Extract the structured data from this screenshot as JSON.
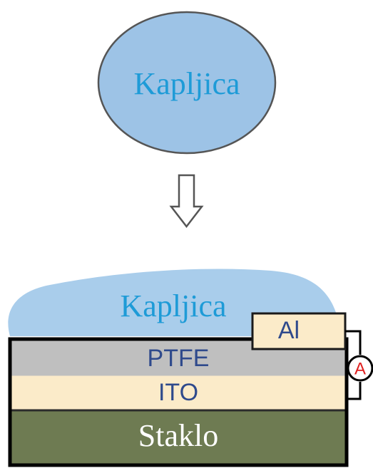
{
  "top_droplet": {
    "label": "Kapljica",
    "fill": "#9DC3E6",
    "stroke": "#555555",
    "text_color": "#1E9BD7"
  },
  "arrow": {
    "icon": "down-arrow-outline-icon",
    "stroke": "#555555"
  },
  "device": {
    "droplet": {
      "label": "Kapljica",
      "fill": "#A9CDEB",
      "text_color": "#1E9BD7"
    },
    "electrode": {
      "label": "Al",
      "fill": "#FBEBC9",
      "text_color": "#2F4A8C"
    },
    "layers": [
      {
        "name": "ptfe",
        "label": "PTFE",
        "fill": "#BFBFBF",
        "text_color": "#2F4A8C"
      },
      {
        "name": "ito",
        "label": "ITO",
        "fill": "#FBEBC9",
        "text_color": "#2F4A8C"
      },
      {
        "name": "staklo",
        "label": "Staklo",
        "fill": "#6E7B52",
        "text_color": "#FFFFFF"
      }
    ],
    "ammeter": {
      "label": "A",
      "text_color": "#E02020"
    }
  }
}
